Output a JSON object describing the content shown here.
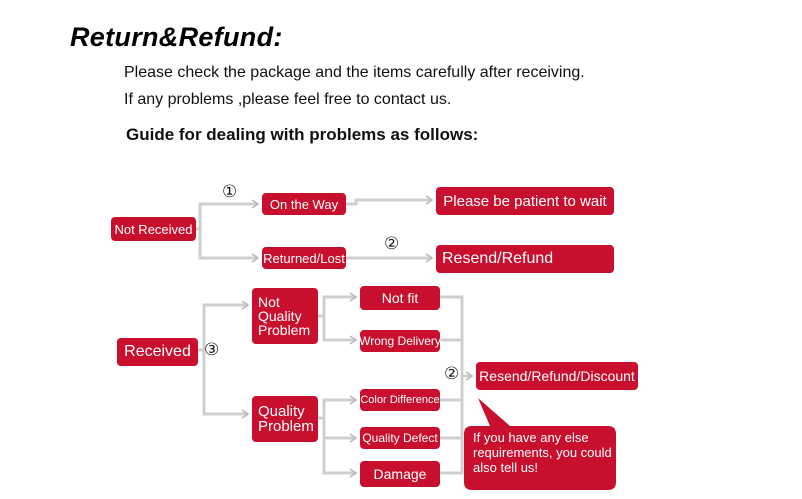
{
  "header": {
    "title": "Return&Refund:",
    "line1": "Please check the package and the items carefully after receiving.",
    "line2": "If any problems ,please feel free to contact us.",
    "guide": "Guide for dealing with problems as follows:"
  },
  "flow": {
    "not_received": "Not Received",
    "on_the_way": "On the Way",
    "returned_lost": "Returned/Lost",
    "wait": "Please be patient to wait",
    "resend_refund": "Resend/Refund",
    "received": "Received",
    "not_quality": [
      "Not",
      "Quality",
      "Problem"
    ],
    "quality": [
      "Quality",
      "Problem"
    ],
    "not_fit": "Not fit",
    "wrong_delivery": "Wrong Delivery",
    "color_difference": "Color Difference",
    "quality_defect": "Quality Defect",
    "damage": "Damage",
    "resend_refund_discount": "Resend/Refund/Discount",
    "bubble": "If you have any else requirements, you could also tell us!"
  },
  "markers": {
    "one": "①",
    "two": "②",
    "three": "③"
  },
  "colors": {
    "box": "#c8102e",
    "line": "#cfcfcf"
  }
}
